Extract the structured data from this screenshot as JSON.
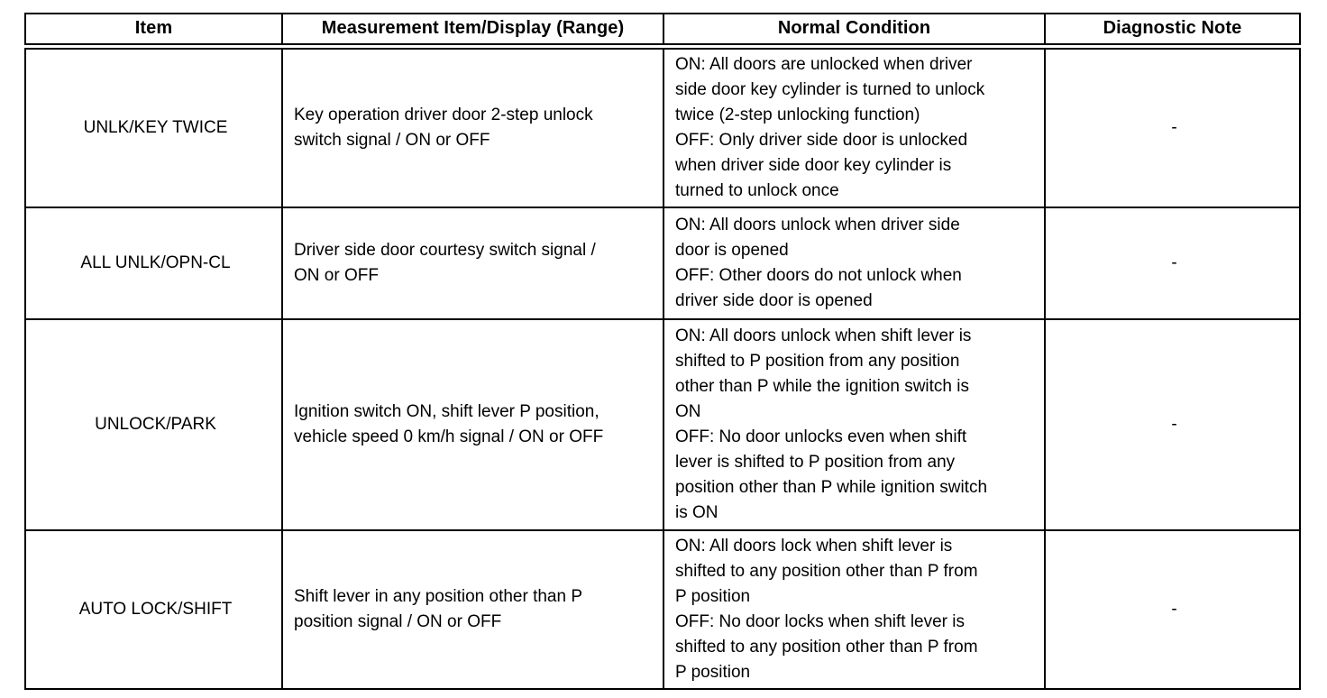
{
  "colors": {
    "border": "#000000",
    "background": "#ffffff",
    "text": "#000000"
  },
  "table": {
    "columns": [
      "Item",
      "Measurement Item/Display (Range)",
      "Normal Condition",
      "Diagnostic Note"
    ],
    "rows": [
      {
        "item": "UNLK/KEY TWICE",
        "measurement": "Key operation driver door 2-step unlock\nswitch signal / ON or OFF",
        "normal_condition": "ON: All doors are unlocked when driver\nside door key cylinder is turned to unlock\ntwice (2-step unlocking function)\nOFF: Only driver side door is unlocked\nwhen driver side door key cylinder is\nturned to unlock once",
        "diagnostic_note": "-"
      },
      {
        "item": "ALL UNLK/OPN-CL",
        "measurement": "Driver side door courtesy switch signal /\nON or OFF",
        "normal_condition": "ON: All doors unlock when driver side\ndoor is opened\nOFF: Other doors do not unlock when\ndriver side door is opened",
        "diagnostic_note": "-"
      },
      {
        "item": "UNLOCK/PARK",
        "measurement": "Ignition switch ON, shift lever P position,\nvehicle speed 0 km/h signal / ON or OFF",
        "normal_condition": "ON: All doors unlock when shift lever is\nshifted to P position from any position\nother than P while the ignition switch is\nON\nOFF: No door unlocks even when shift\nlever is shifted to P position from any\nposition other than P while ignition switch\nis ON",
        "diagnostic_note": "-"
      },
      {
        "item": "AUTO LOCK/SHIFT",
        "measurement": "Shift lever in any position other than P\nposition signal / ON or OFF",
        "normal_condition": "ON: All doors lock when shift lever is\nshifted to any position other than P from\nP position\nOFF: No door locks when shift lever is\nshifted to any position other than P from\nP position",
        "diagnostic_note": "-"
      }
    ]
  }
}
